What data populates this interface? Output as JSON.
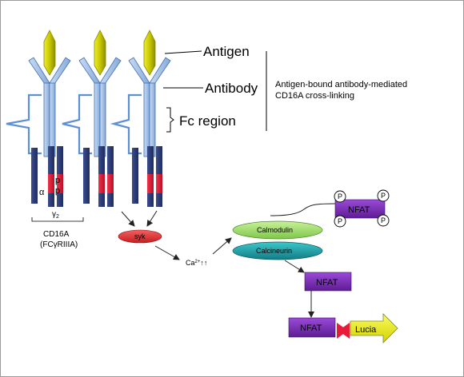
{
  "labels": {
    "antigen": "Antigen",
    "antibody": "Antibody",
    "fc_region": "Fc region",
    "crosslink_line1": "Antigen-bound antibody-mediated",
    "crosslink_line2": "CD16A cross-linking",
    "alpha": "α",
    "p_top": "p",
    "p_bottom": "p",
    "gamma": "γ",
    "gamma_sub": "2",
    "cd16a_line1": "CD16A",
    "cd16a_line2": "(FCγRIIIA)",
    "syk": "syk",
    "calcium": "Ca",
    "calcium_sup": "2+",
    "calcium_arrows": "↑↑",
    "calmodulin": "Calmodulin",
    "calcineurin": "Calcineurin",
    "nfat_phospho": "NFAT",
    "nfat_mid": "NFAT",
    "nfat_bottom": "NFAT",
    "lucia": "Lucia",
    "phospho_1": "P",
    "phospho_2": "P",
    "phospho_3": "P",
    "phospho_4": "P"
  },
  "colors": {
    "antigen_fill": "#d6d600",
    "antibody_fill": "#a9c6ea",
    "antibody_stroke": "#3f6fb0",
    "bracket": "#5b8fd6",
    "receptor_dark": "#2e3f7a",
    "receptor_red": "#e0203a",
    "syk_fill": "#e53a3a",
    "calmodulin_fill": "#a8e070",
    "calcineurin_fill": "#1fa8a8",
    "nfat_fill": "#7a2db8",
    "lucia_fill": "#eef000"
  }
}
